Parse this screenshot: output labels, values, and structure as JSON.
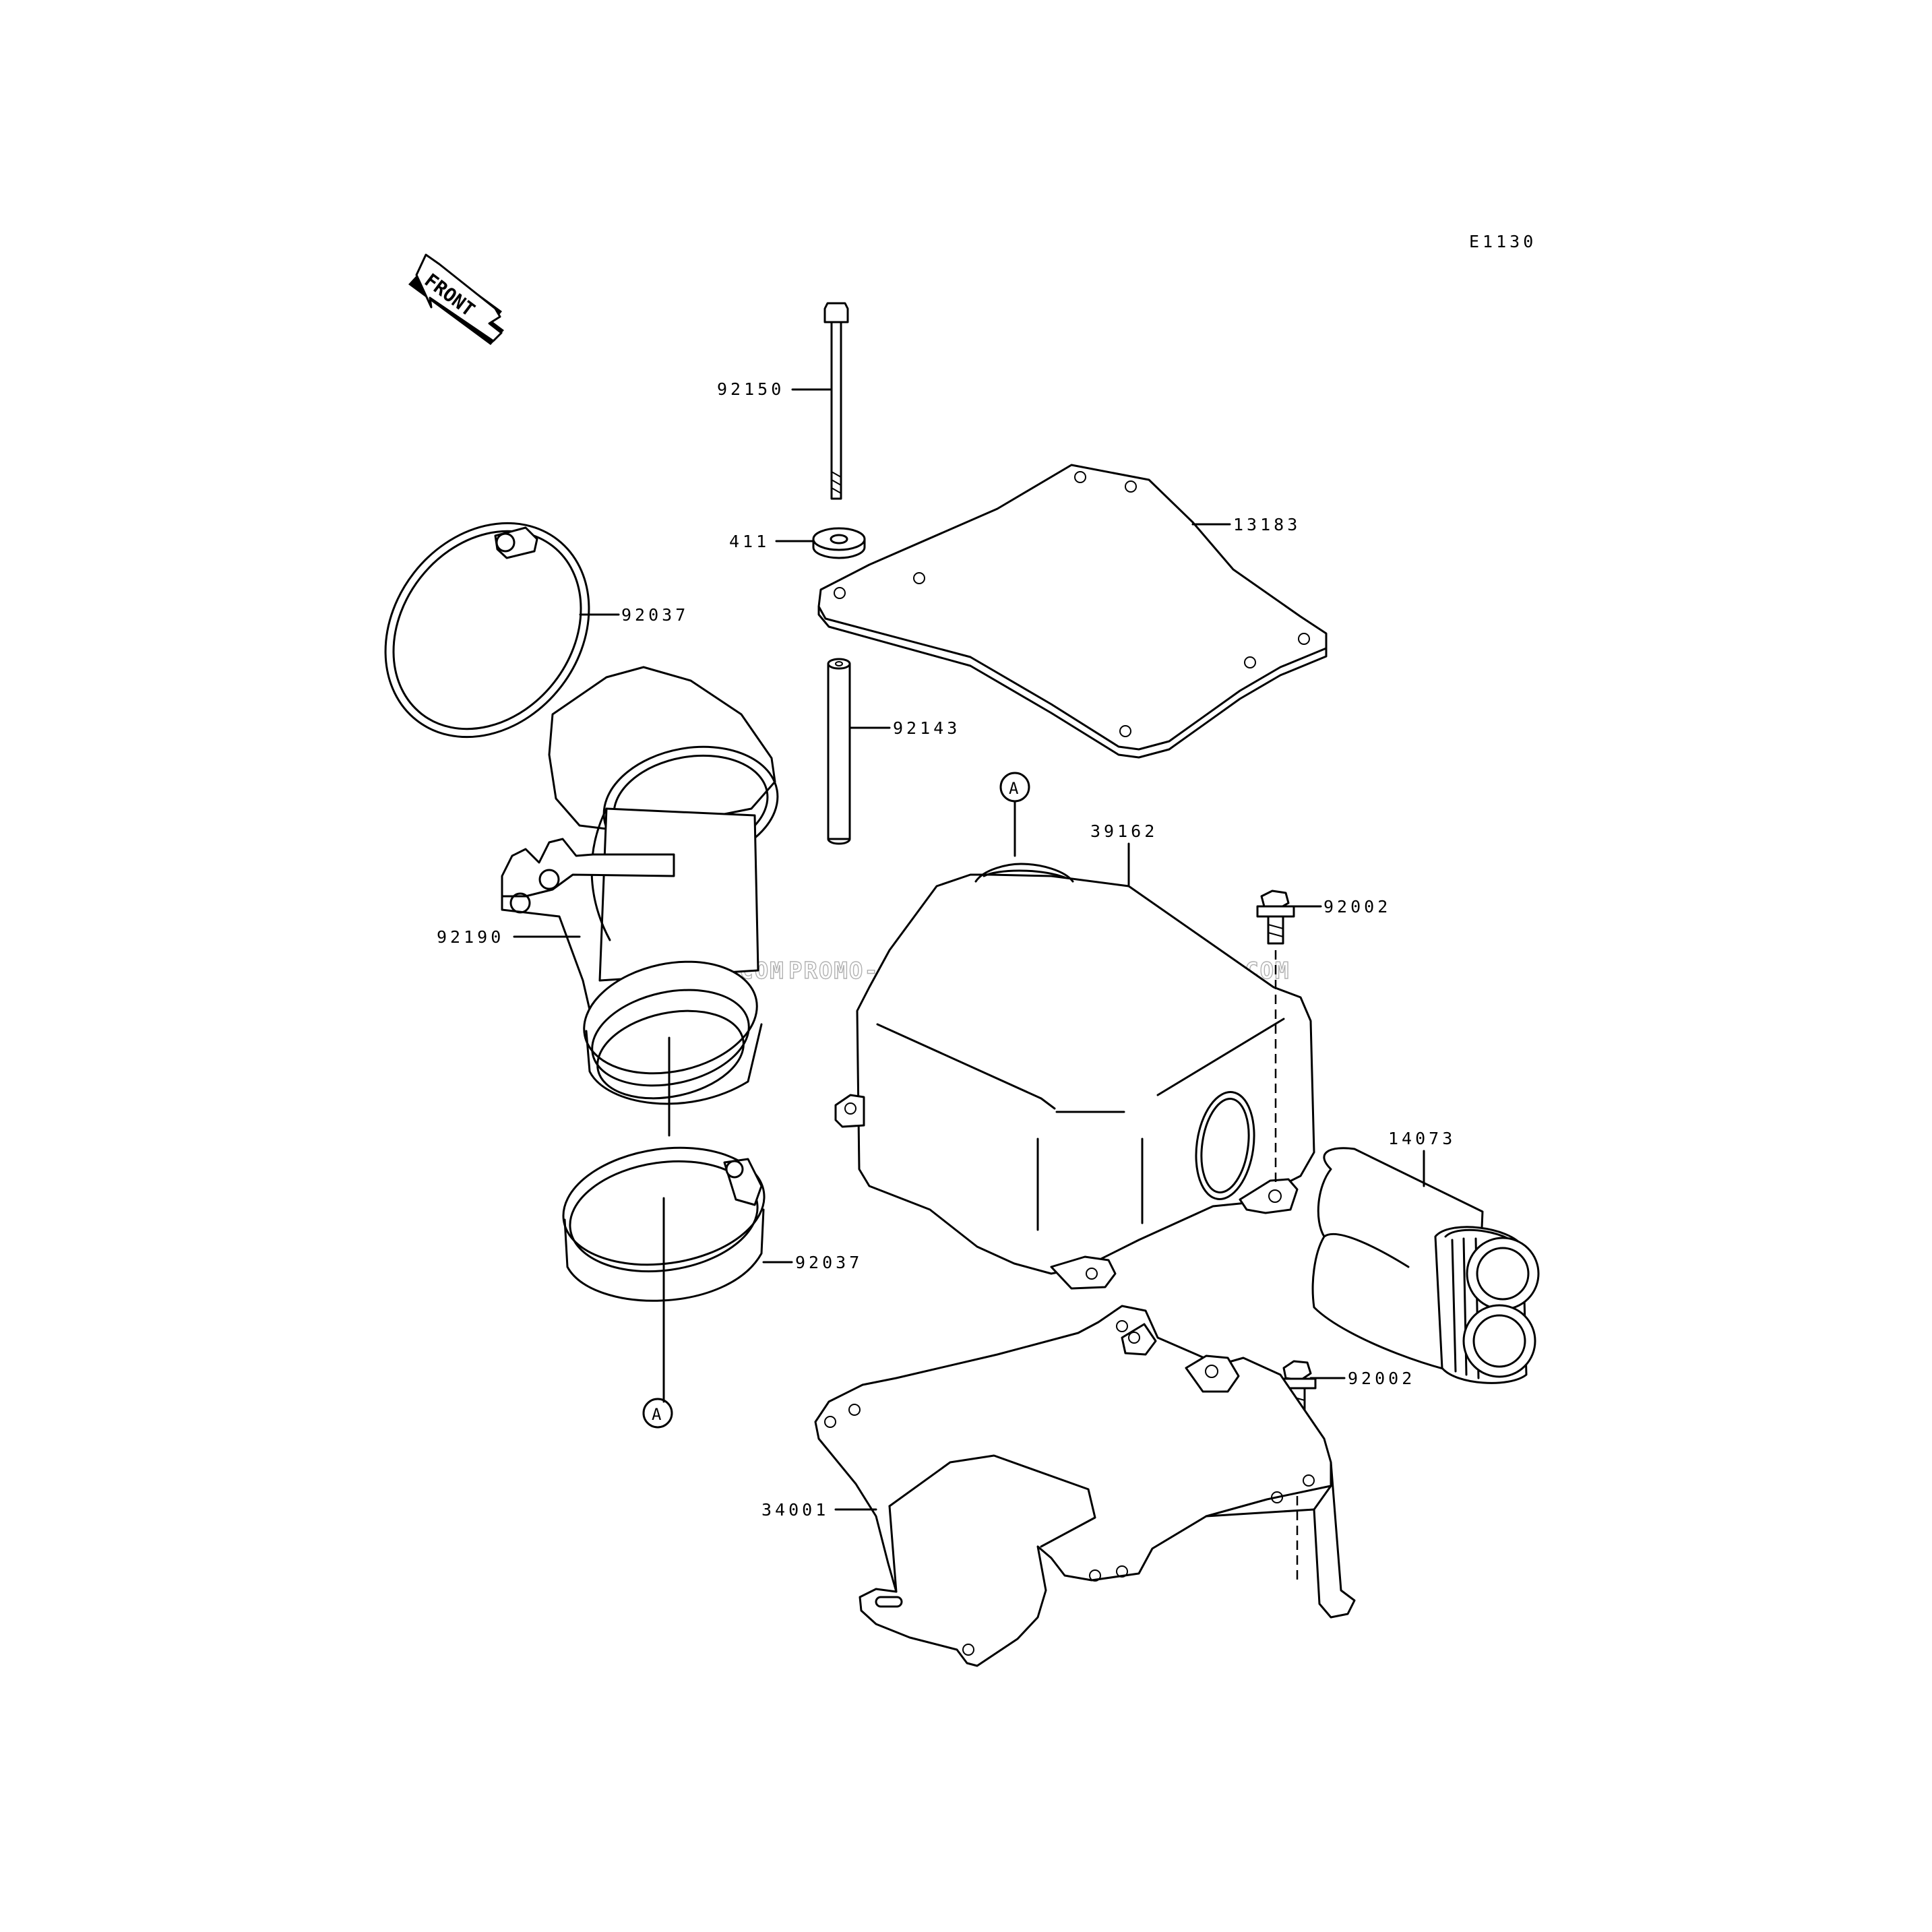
{
  "diagram_code": "E1130",
  "front_indicator": "FRONT",
  "callout_A": "A",
  "watermark": [
    "JETSKI.COM",
    "PROMO-JETSKI.COM",
    "PROMO-JETSKI.COM"
  ],
  "parts": [
    {
      "number": "92150"
    },
    {
      "number": "411"
    },
    {
      "number": "13183"
    },
    {
      "number": "92037"
    },
    {
      "number": "92143"
    },
    {
      "number": "39162"
    },
    {
      "number": "92002"
    },
    {
      "number": "92190"
    },
    {
      "number": "14073"
    },
    {
      "number": "92037"
    },
    {
      "number": "92002"
    },
    {
      "number": "34001"
    }
  ]
}
